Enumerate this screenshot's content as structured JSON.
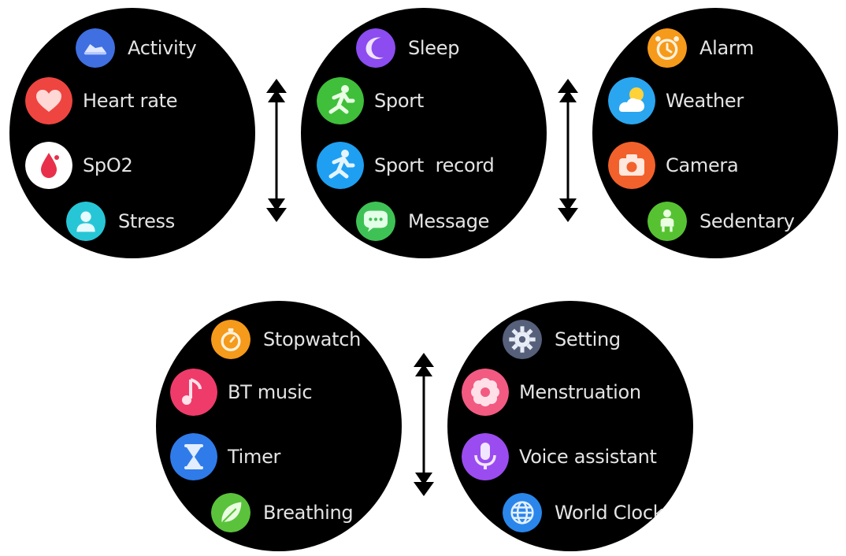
{
  "watches": [
    {
      "items": [
        {
          "label": "Activity",
          "icon": "shoe-icon",
          "color": "#3f6fe0"
        },
        {
          "label": "Heart rate",
          "icon": "heart-icon",
          "color": "#ef4540"
        },
        {
          "label": "SpO2",
          "icon": "blood-drop-icon",
          "color": "#ffffff"
        },
        {
          "label": "Stress",
          "icon": "person-icon",
          "color": "#27c6d6"
        }
      ]
    },
    {
      "items": [
        {
          "label": "Sleep",
          "icon": "moon-icon",
          "color": "#8c4cf0"
        },
        {
          "label": "Sport",
          "icon": "runner-icon",
          "color": "#3fbf3a"
        },
        {
          "label": "Sport  record",
          "icon": "runner-record-icon",
          "color": "#1e9ff2"
        },
        {
          "label": "Message",
          "icon": "chat-bubble-icon",
          "color": "#3fc255"
        }
      ]
    },
    {
      "items": [
        {
          "label": "Alarm",
          "icon": "alarm-clock-icon",
          "color": "#f59a1a"
        },
        {
          "label": "Weather",
          "icon": "sun-cloud-icon",
          "color": "#2aa6f0"
        },
        {
          "label": "Camera",
          "icon": "camera-icon",
          "color": "#f2612b"
        },
        {
          "label": "Sedentary",
          "icon": "seated-person-icon",
          "color": "#56c232"
        }
      ]
    },
    {
      "items": [
        {
          "label": "Stopwatch",
          "icon": "stopwatch-icon",
          "color": "#f59a1a"
        },
        {
          "label": "BT music",
          "icon": "music-note-icon",
          "color": "#ef3b6a"
        },
        {
          "label": "Timer",
          "icon": "hourglass-icon",
          "color": "#2f7bea"
        },
        {
          "label": "Breathing",
          "icon": "leaf-icon",
          "color": "#5bc23c"
        }
      ]
    },
    {
      "items": [
        {
          "label": "Setting",
          "icon": "gear-icon",
          "color": "#56607a"
        },
        {
          "label": "Menstruation",
          "icon": "flower-icon",
          "color": "#f25a82"
        },
        {
          "label": "Voice assistant",
          "icon": "microphone-icon",
          "color": "#9b4cf0"
        },
        {
          "label": "World Clock",
          "icon": "globe-icon",
          "color": "#2a86ea"
        }
      ]
    }
  ]
}
